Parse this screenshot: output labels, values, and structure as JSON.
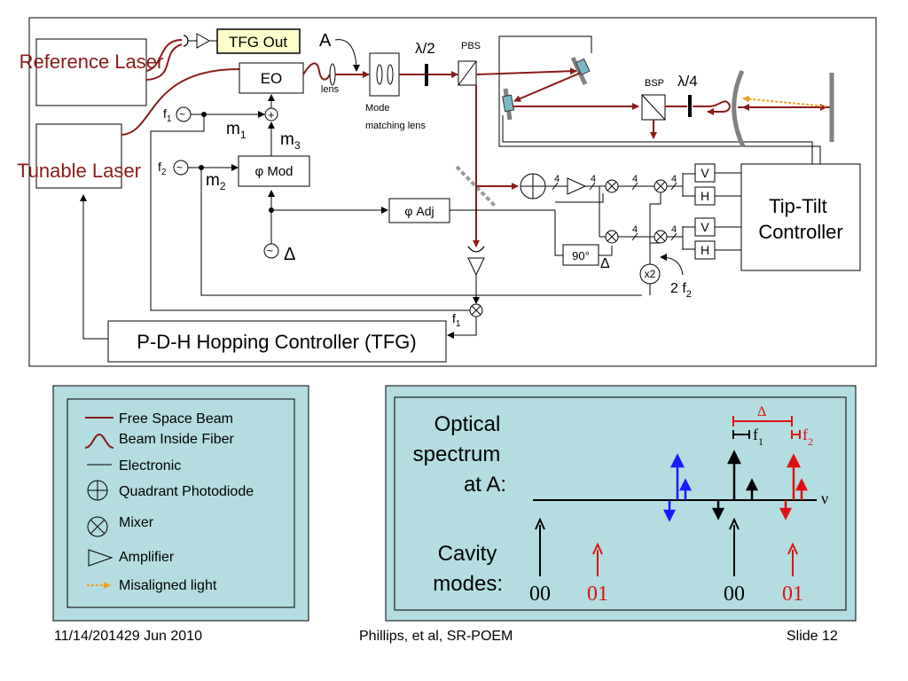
{
  "diagram": {
    "reference_laser": "Reference Laser",
    "tunable_laser": "Tunable Laser",
    "tfg_out": "TFG Out",
    "eo": "EO",
    "lens": "lens",
    "point_a": "A",
    "mode_matching_lens": "Mode matching lens",
    "half_wave": "λ/2",
    "pbs": "PBS",
    "bsp": "BSP",
    "quarter_wave": "λ/4",
    "phi_mod": "φ Mod",
    "phi_adj": "φ Adj",
    "f1": "f",
    "f1_sub": "1",
    "f2": "f",
    "f2_sub": "2",
    "m1": "m",
    "m1_sub": "1",
    "m2": "m",
    "m2_sub": "2",
    "m3": "m",
    "m3_sub": "3",
    "delta": "Δ",
    "ninety": "90°",
    "x2": "x2",
    "two_f2": "2 f",
    "two_f2_sub": "2",
    "four": "4",
    "v": "V",
    "h": "H",
    "tip_tilt": "Tip-Tilt Controller",
    "pdh_controller": "P-D-H Hopping Controller (TFG)",
    "mixer_f1": "f",
    "mixer_f1_sub": "1"
  },
  "legend": {
    "items": [
      {
        "icon": "free-space-beam-line",
        "label": "Free Space Beam"
      },
      {
        "icon": "fiber-beam-curve",
        "label": "Beam Inside Fiber"
      },
      {
        "icon": "electronic-line",
        "label": "Electronic"
      },
      {
        "icon": "quadrant-photodiode-symbol",
        "label": "Quadrant Photodiode"
      },
      {
        "icon": "mixer-symbol",
        "label": "Mixer"
      },
      {
        "icon": "amplifier-triangle",
        "label": "Amplifier"
      },
      {
        "icon": "misaligned-light-arrow",
        "label": "Misaligned light"
      }
    ]
  },
  "spectrum": {
    "optical_label": "Optical spectrum at A:",
    "cavity_label": "Cavity modes:",
    "nu": "ν",
    "delta": "Δ",
    "f1": "f",
    "f1_sub": "1",
    "f2": "f",
    "f2_sub": "2",
    "mode_00_a": "00",
    "mode_01_a": "01",
    "mode_00_b": "00",
    "mode_01_b": "01"
  },
  "colors": {
    "beam": "#8b1a1a",
    "panel": "#b3dde0",
    "blue": "#1a1aff",
    "red": "#e01010",
    "orange": "#f0a020"
  },
  "footer": {
    "date": "11/14/201429 Jun 2010",
    "author": "Phillips, et al, SR-POEM",
    "slide": "Slide 12"
  }
}
